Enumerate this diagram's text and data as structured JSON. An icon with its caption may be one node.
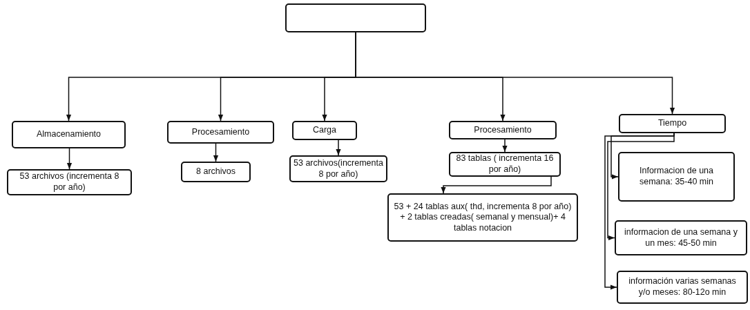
{
  "diagram": {
    "nodes": [
      {
        "text": [],
        "shape": "box"
      },
      {
        "text": [
          "Almacenamiento"
        ]
      },
      {
        "text": [
          "Procesamiento"
        ]
      },
      {
        "text": [
          "Carga"
        ]
      },
      {
        "text": [
          "Procesamiento"
        ]
      },
      {
        "text": [
          "Tiempo"
        ]
      },
      {
        "text": [
          "53 archivos (incrementa 8 por año)"
        ]
      },
      {
        "text": [
          "8 archivos"
        ]
      },
      {
        "text": [
          "53 archivos(incrementa 8 por año)"
        ]
      },
      {
        "text": [
          "83 tablas ( incrementa 16 por año)"
        ]
      },
      {
        "text": [
          "53 + 24 tablas aux( thd, incrementa 8 por año) + 2 tablas creadas( semanal y mensual)+ 4 tablas notacion"
        ]
      },
      {
        "text": [
          "Informacion de una semana: 35-40 min"
        ]
      },
      {
        "text": [
          "informacion de una semana y un mes: 45-50 min"
        ]
      },
      {
        "text": [
          "información varias semanas y/o meses: 80-12o min"
        ]
      }
    ],
    "edges": [
      {
        "from": 0,
        "to": 1,
        "arrow": "to"
      },
      {
        "from": 0,
        "to": 2,
        "arrow": "to"
      },
      {
        "from": 0,
        "to": 3,
        "arrow": "to"
      },
      {
        "from": 0,
        "to": 4,
        "arrow": "to"
      },
      {
        "from": 0,
        "to": 5,
        "arrow": "to"
      },
      {
        "from": 1,
        "to": 6,
        "arrow": "to"
      },
      {
        "from": 2,
        "to": 7,
        "arrow": "to"
      },
      {
        "from": 3,
        "to": 8,
        "arrow": "to"
      },
      {
        "from": 4,
        "to": 9,
        "arrow": "to"
      },
      {
        "from": 9,
        "to": 10,
        "arrow": "to"
      },
      {
        "from": 5,
        "to": 11,
        "arrow": "to"
      },
      {
        "from": 5,
        "to": 12,
        "arrow": "to"
      },
      {
        "from": 5,
        "to": 13,
        "arrow": "to"
      }
    ]
  }
}
